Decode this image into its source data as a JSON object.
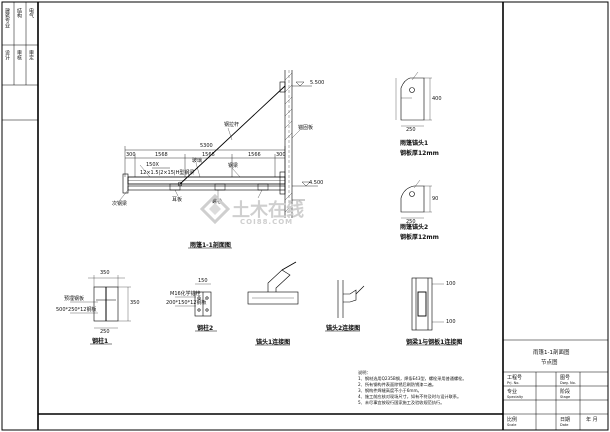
{
  "left_strip": {
    "cells": [
      "建筑专业",
      "结构",
      "电气",
      "设计",
      "审核",
      "审定"
    ]
  },
  "drawing": {
    "main_elevation": {
      "caption": "雨篷1-1剖面图",
      "dims_top": {
        "total": "5300",
        "d1": "300",
        "d2": "1568",
        "d3": "1566",
        "d4": "1566",
        "d5": "300"
      },
      "level_top": "5.500",
      "level_bottom": "4.500",
      "beam_label": "12×1.5|2×15|H型钢梁",
      "labels": {
        "tie_rod": "钢拉杆",
        "anchor": "锚固板",
        "wall": "墙体",
        "glass": "玻璃",
        "steel_beam": "钢梁",
        "secondary": "次钢梁",
        "ear_plate": "耳板",
        "bolt": "螺栓"
      },
      "small_dim": "150X"
    },
    "plate1": {
      "title": "雨篷锚头1",
      "sub": "钢板厚12mm",
      "dim_h": "400",
      "dim_w": "250"
    },
    "plate2": {
      "title": "雨篷锚头2",
      "sub": "钢板厚12mm",
      "dim_h": "90",
      "dim_w": "250"
    },
    "section1": {
      "caption": "钢柱1",
      "dim_w": "350",
      "dim_h": "350",
      "note1": "预埋钢板",
      "note2": "500*250*12钢板",
      "bottom_dim": "250"
    },
    "section2": {
      "caption": "钢柱2",
      "dim_w": "150",
      "note1": "M16化学锚栓",
      "note2": "200*150*12钢板"
    },
    "detail1": {
      "caption": "锚头1连接图"
    },
    "detail2": {
      "caption": "锚头2连接图"
    },
    "detail3": {
      "caption": "钢梁1与钢板1连接图",
      "dims": [
        "100",
        "100"
      ]
    }
  },
  "notes": {
    "lines": [
      "说明：",
      "1、钢材选用Q235B钢，焊条E43型，螺栓采用普通螺栓。",
      "2、所有钢构件表面除锈后刷防锈漆二遍。",
      "3、钢构件焊缝高度不小于6mm。",
      "4、施工前应核对现场尺寸，如有不符及时与设计联系。",
      "5、未尽事宜按现行国家施工及验收规范执行。"
    ]
  },
  "title_block": {
    "drawing_name": "雨篷1-1剖面图",
    "drawing_name2": "节点图",
    "rows": [
      {
        "label": "工程号",
        "label_en": "Prj. No.",
        "label2": "图号",
        "label2_en": "Dwg. No."
      },
      {
        "label": "专业",
        "label_en": "Specialty",
        "label2": "阶段",
        "label2_en": "Stage"
      },
      {
        "label": "比例",
        "label_en": "Scale",
        "label2": "日期",
        "label2_en": "Date",
        "value2": "年 月"
      }
    ]
  },
  "watermark": {
    "main": "土木在线",
    "sub": "COI88.COM"
  }
}
